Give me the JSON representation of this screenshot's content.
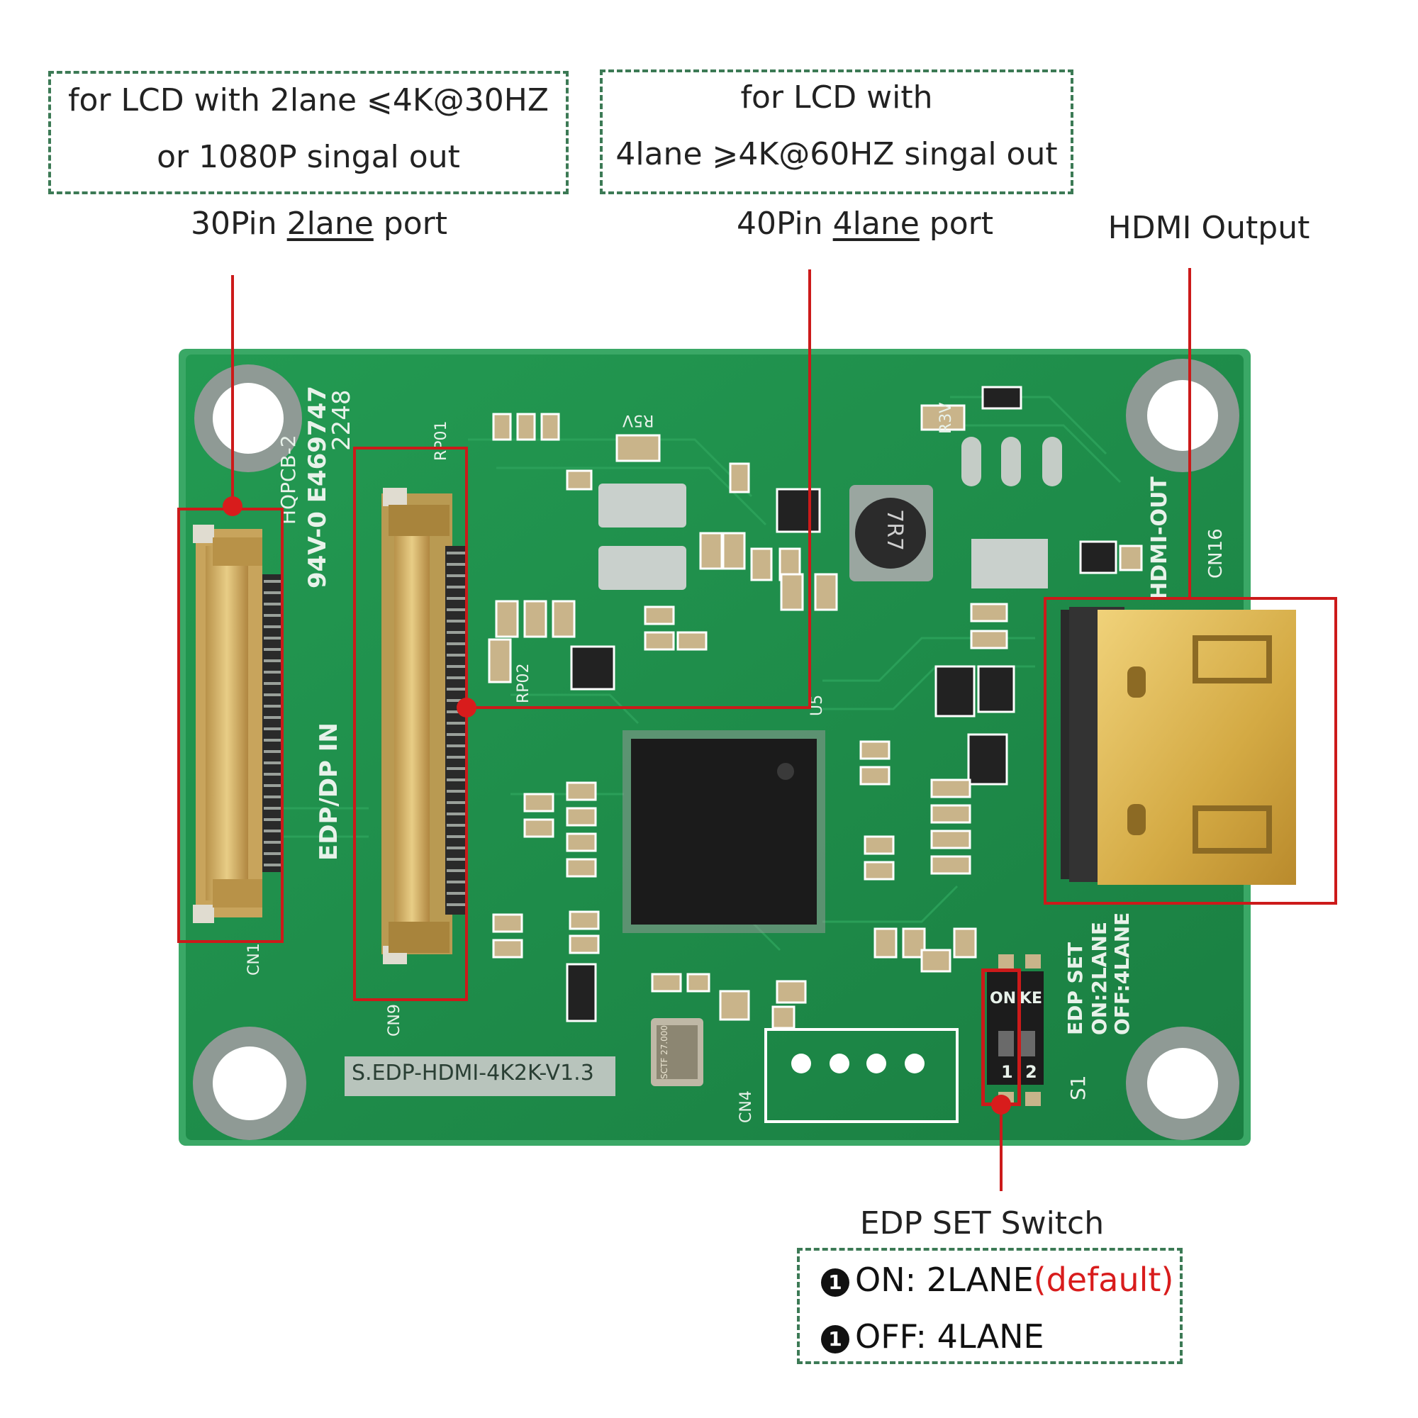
{
  "callouts": {
    "left_box": {
      "line1": "for LCD with 2lane ⩽4K@30HZ",
      "line2": "or 1080P singal out"
    },
    "mid_box": {
      "line1": "for LCD with",
      "line2": "4lane ⩾4K@60HZ singal out"
    },
    "port30": {
      "pre": "30Pin ",
      "u": "2lane",
      "post": " port"
    },
    "port40": {
      "pre": "40Pin ",
      "u": "4lane",
      "post": " port"
    },
    "hdmi_label": "HDMI Output",
    "edp_switch": {
      "title": "EDP SET Switch",
      "line1_num": "1",
      "line1_text": "ON: 2LANE",
      "line1_default": "(default)",
      "line2_num": "1",
      "line2_text": "OFF: 4LANE"
    }
  },
  "board": {
    "model": "S.EDP-HDMI-4K2K-V1.3",
    "hqpcb": "HQPCB-2",
    "cert": "94V-0 E469747",
    "date": "2248",
    "edp_in": "EDP/DP IN",
    "hdmi_out": "HDMI-OUT",
    "cn16": "CN16",
    "cn1": "CN1",
    "cn9": "CN9",
    "cn4": "CN4",
    "s1": "S1",
    "rp01": "RP01",
    "rp02": "RP02",
    "r5v": "R5V",
    "r3v": "R3V",
    "u5": "U5",
    "inductor": "7R7",
    "crystal": "SCTF 27.000",
    "switch_on": "ON",
    "switch_ke": "KE",
    "switch_1": "1",
    "switch_2": "2",
    "edp_set_1": "EDP SET",
    "edp_set_2": "ON:2LANE",
    "edp_set_3": "OFF:4LANE"
  },
  "colors": {
    "pcb_green": "#1f8a4a",
    "pcb_edge": "#2ea45d",
    "leader_red": "#cc1a1a",
    "dash_green": "#3c7a55",
    "gold": "#d4b46a"
  }
}
